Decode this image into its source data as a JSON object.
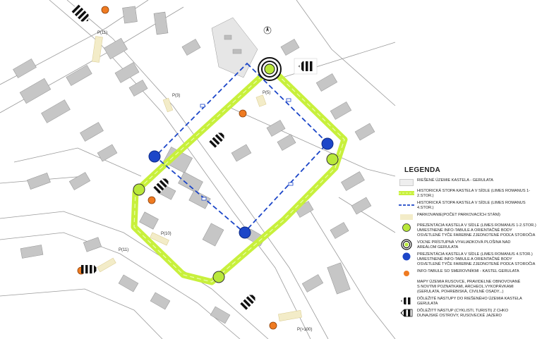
{
  "map": {
    "parking_labels": [
      "P(11)",
      "P(3)",
      "P(5)",
      "P(10)",
      "P(11)",
      "P(>100)"
    ],
    "north_arrow_icon": "north-arrow-icon"
  },
  "legend": {
    "title": "LEGENDA",
    "items": [
      {
        "symbol": "gray-area",
        "text": "Riešené územie kastela - Gerulata"
      },
      {
        "symbol": "green-dashed-band",
        "text": "Historická stopa kastela v sídle (limes romanus 1-2.stor.)"
      },
      {
        "symbol": "blue-dashed-line",
        "text": "Historická stopa kastela v sídle (limes romanus 4.stor.)"
      },
      {
        "symbol": "parking-area",
        "text": "Parkovanie(počet parkovacích stání)"
      },
      {
        "symbol": "green-circle",
        "text": "Prezentácia kastela v sídle (limes romanus 1-2.stor.)\numiestnené info-tabule a orientačné body\nosvetlené tyče farebne zjednotené podľa storočia"
      },
      {
        "symbol": "viewpoint-circle",
        "text": "Voľne prístupná vyhliadková plošina nad\nareálom Gerulata"
      },
      {
        "symbol": "blue-circle",
        "text": "Prezentácia kastela v sídle (limes romanus 4.stor.)\numiestnené info-tabule a orientačné body\nosvetlené tyče farebne zjednotené podľa storočia"
      },
      {
        "symbol": "orange-circle",
        "text": "Info-tabule so smerovníkmi - kastel Gerulata"
      },
      {
        "symbol": "none",
        "text": "Mapy územia Rusovce, pravidelne obnovované\ns novými poznatkami, archeol.vykopávkami\n(Gerulata, pohrebiská, civilné osady...)"
      },
      {
        "symbol": "arrow-stripes",
        "text": "Dôležité nástupy do riešeného územia kastela\nGerulata"
      },
      {
        "symbol": "arrow-stripes-outline",
        "text": "Dôležitý nástup (cyklisti, turisti) z CHKO\ndunajské ostrovy, Rusovecké jazero"
      }
    ]
  },
  "colors": {
    "green_route": "#c8f03c",
    "green_circle": "#b9e83a",
    "blue": "#1c46c8",
    "orange": "#ef7b22",
    "building": "#c6c6c6",
    "parking": "#f3ecc8"
  }
}
